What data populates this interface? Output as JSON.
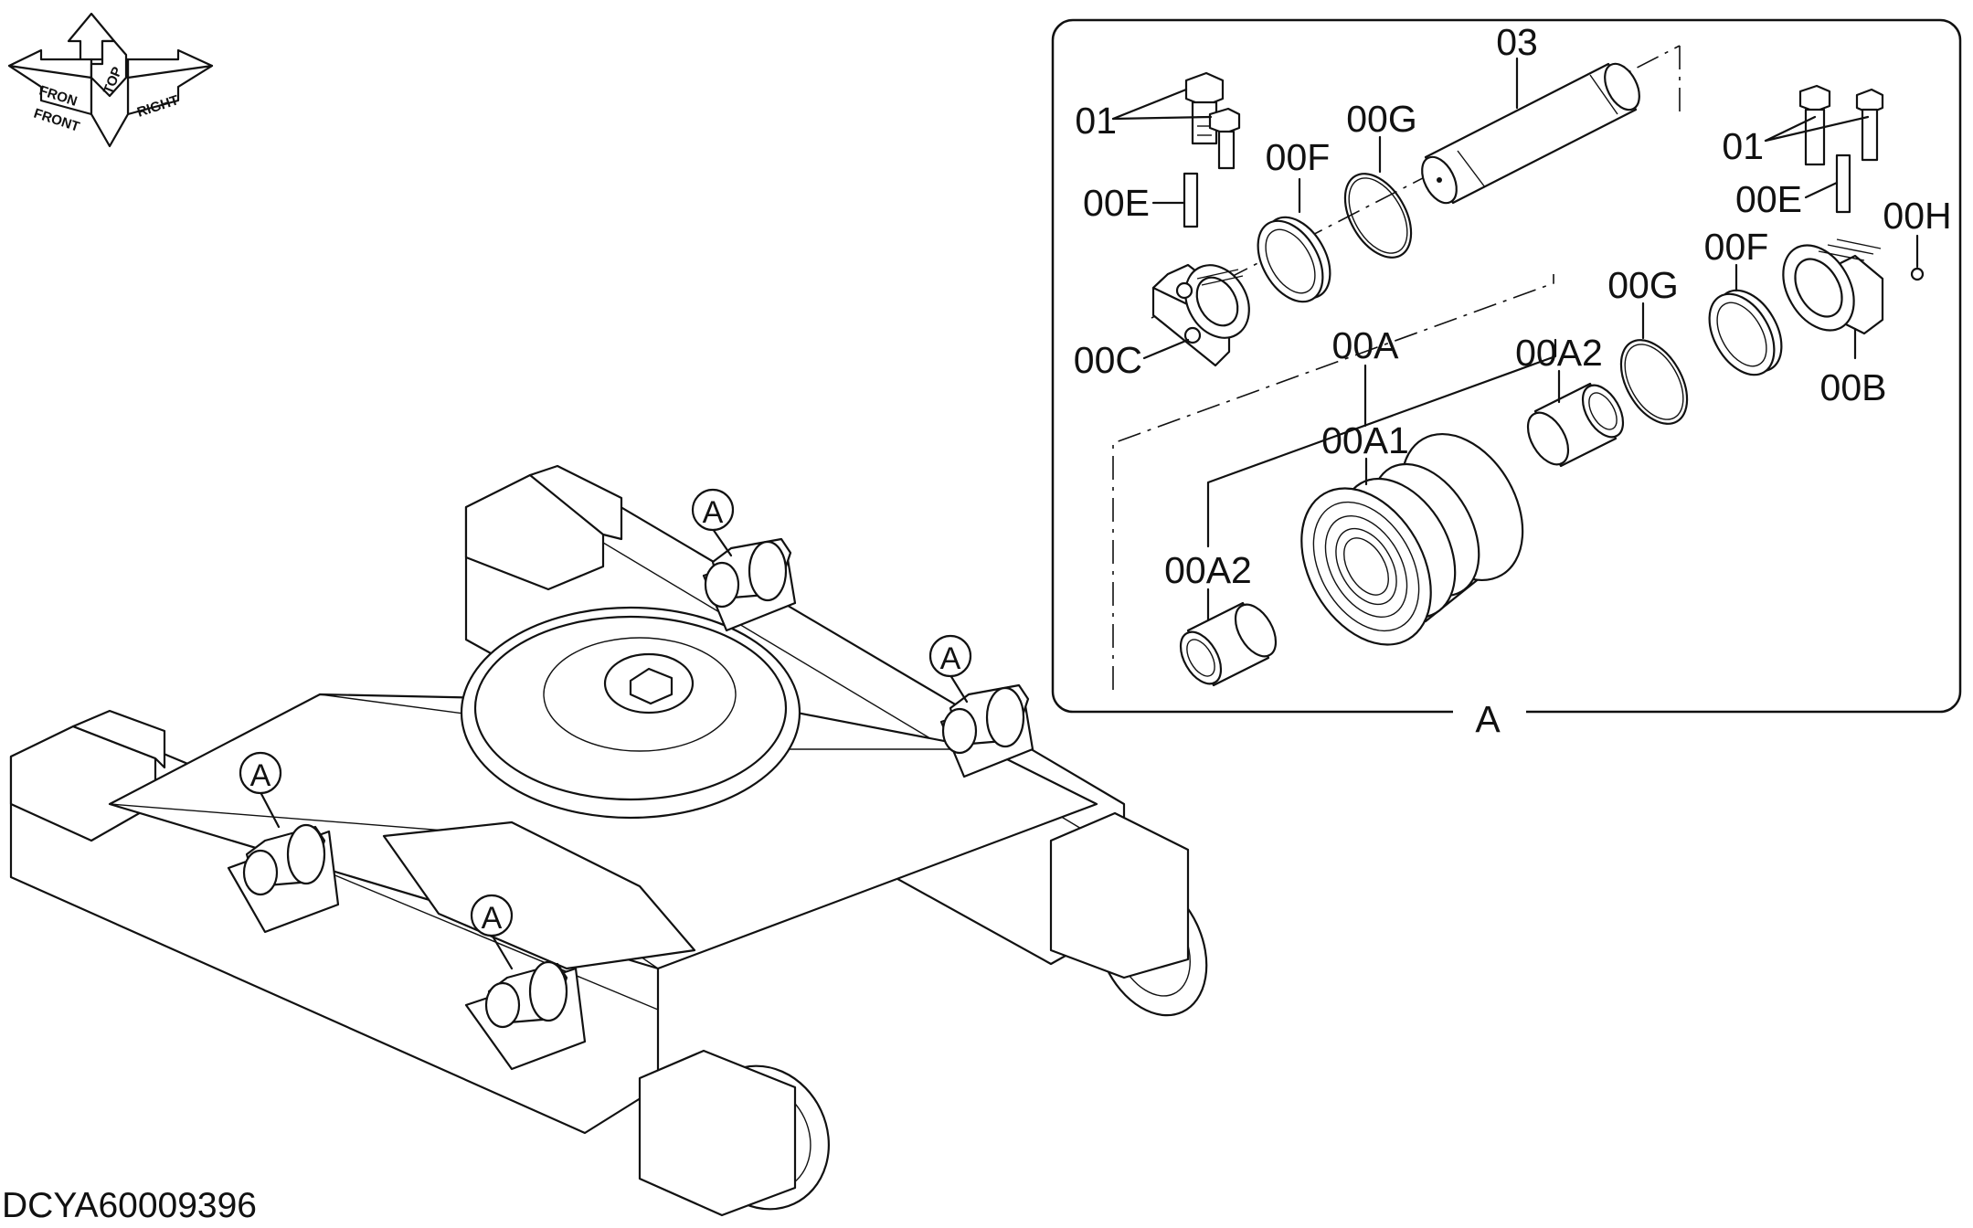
{
  "orientation_arrows": {
    "front": "FRONT",
    "front_cut": "FRON",
    "top": "TOP",
    "right": "RIGHT"
  },
  "drawing_code": "DCYA60009396",
  "detail_view_label": "A",
  "callouts": [
    "A",
    "A",
    "A",
    "A"
  ],
  "part_labels": {
    "bolt_left": "01",
    "bolt_right": "01",
    "shaft": "03",
    "pin_left": "00E",
    "pin_right": "00E",
    "seal_left": "00F",
    "seal_right": "00F",
    "oring_left": "00G",
    "oring_right": "00G",
    "collar_left": "00C",
    "collar_right": "00B",
    "plug": "00H",
    "roller_assy": "00A",
    "roller_body": "00A1",
    "bushing_left": "00A2",
    "bushing_right": "00A2"
  }
}
